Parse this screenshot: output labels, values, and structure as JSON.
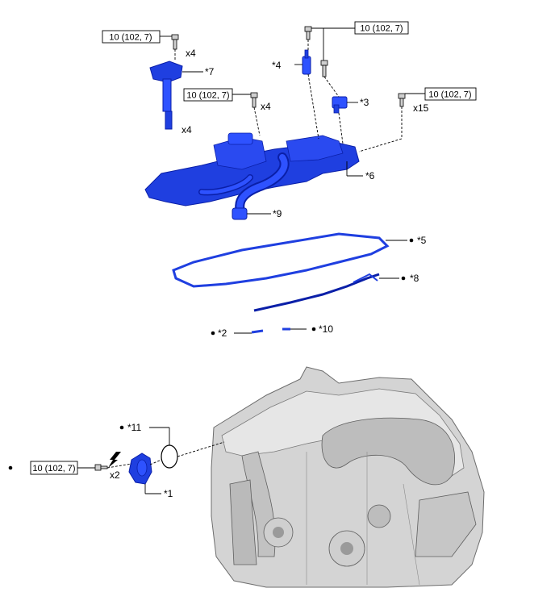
{
  "colors": {
    "part_blue": "#1f3fe0",
    "part_blue_dark": "#0a1fa8",
    "engine_gray": "#c8c8c8",
    "line": "#000000"
  },
  "torque_spec": "10 (102, 7)",
  "quantities": {
    "ignition_bolt": "x4",
    "ignition_coil": "x4",
    "cover_bolt_left": "x4",
    "cover_bolt_right": "x15",
    "pump_bolt": "x2"
  },
  "callouts": {
    "c1": "*1",
    "c2": "*2",
    "c3": "*3",
    "c4": "*4",
    "c5": "*5",
    "c6": "*6",
    "c7": "*7",
    "c8": "*8",
    "c9": "*9",
    "c10": "*10",
    "c11": "*11"
  },
  "icons": {
    "new_part_marker": "filled-dot",
    "direction": "arrow-icon"
  }
}
